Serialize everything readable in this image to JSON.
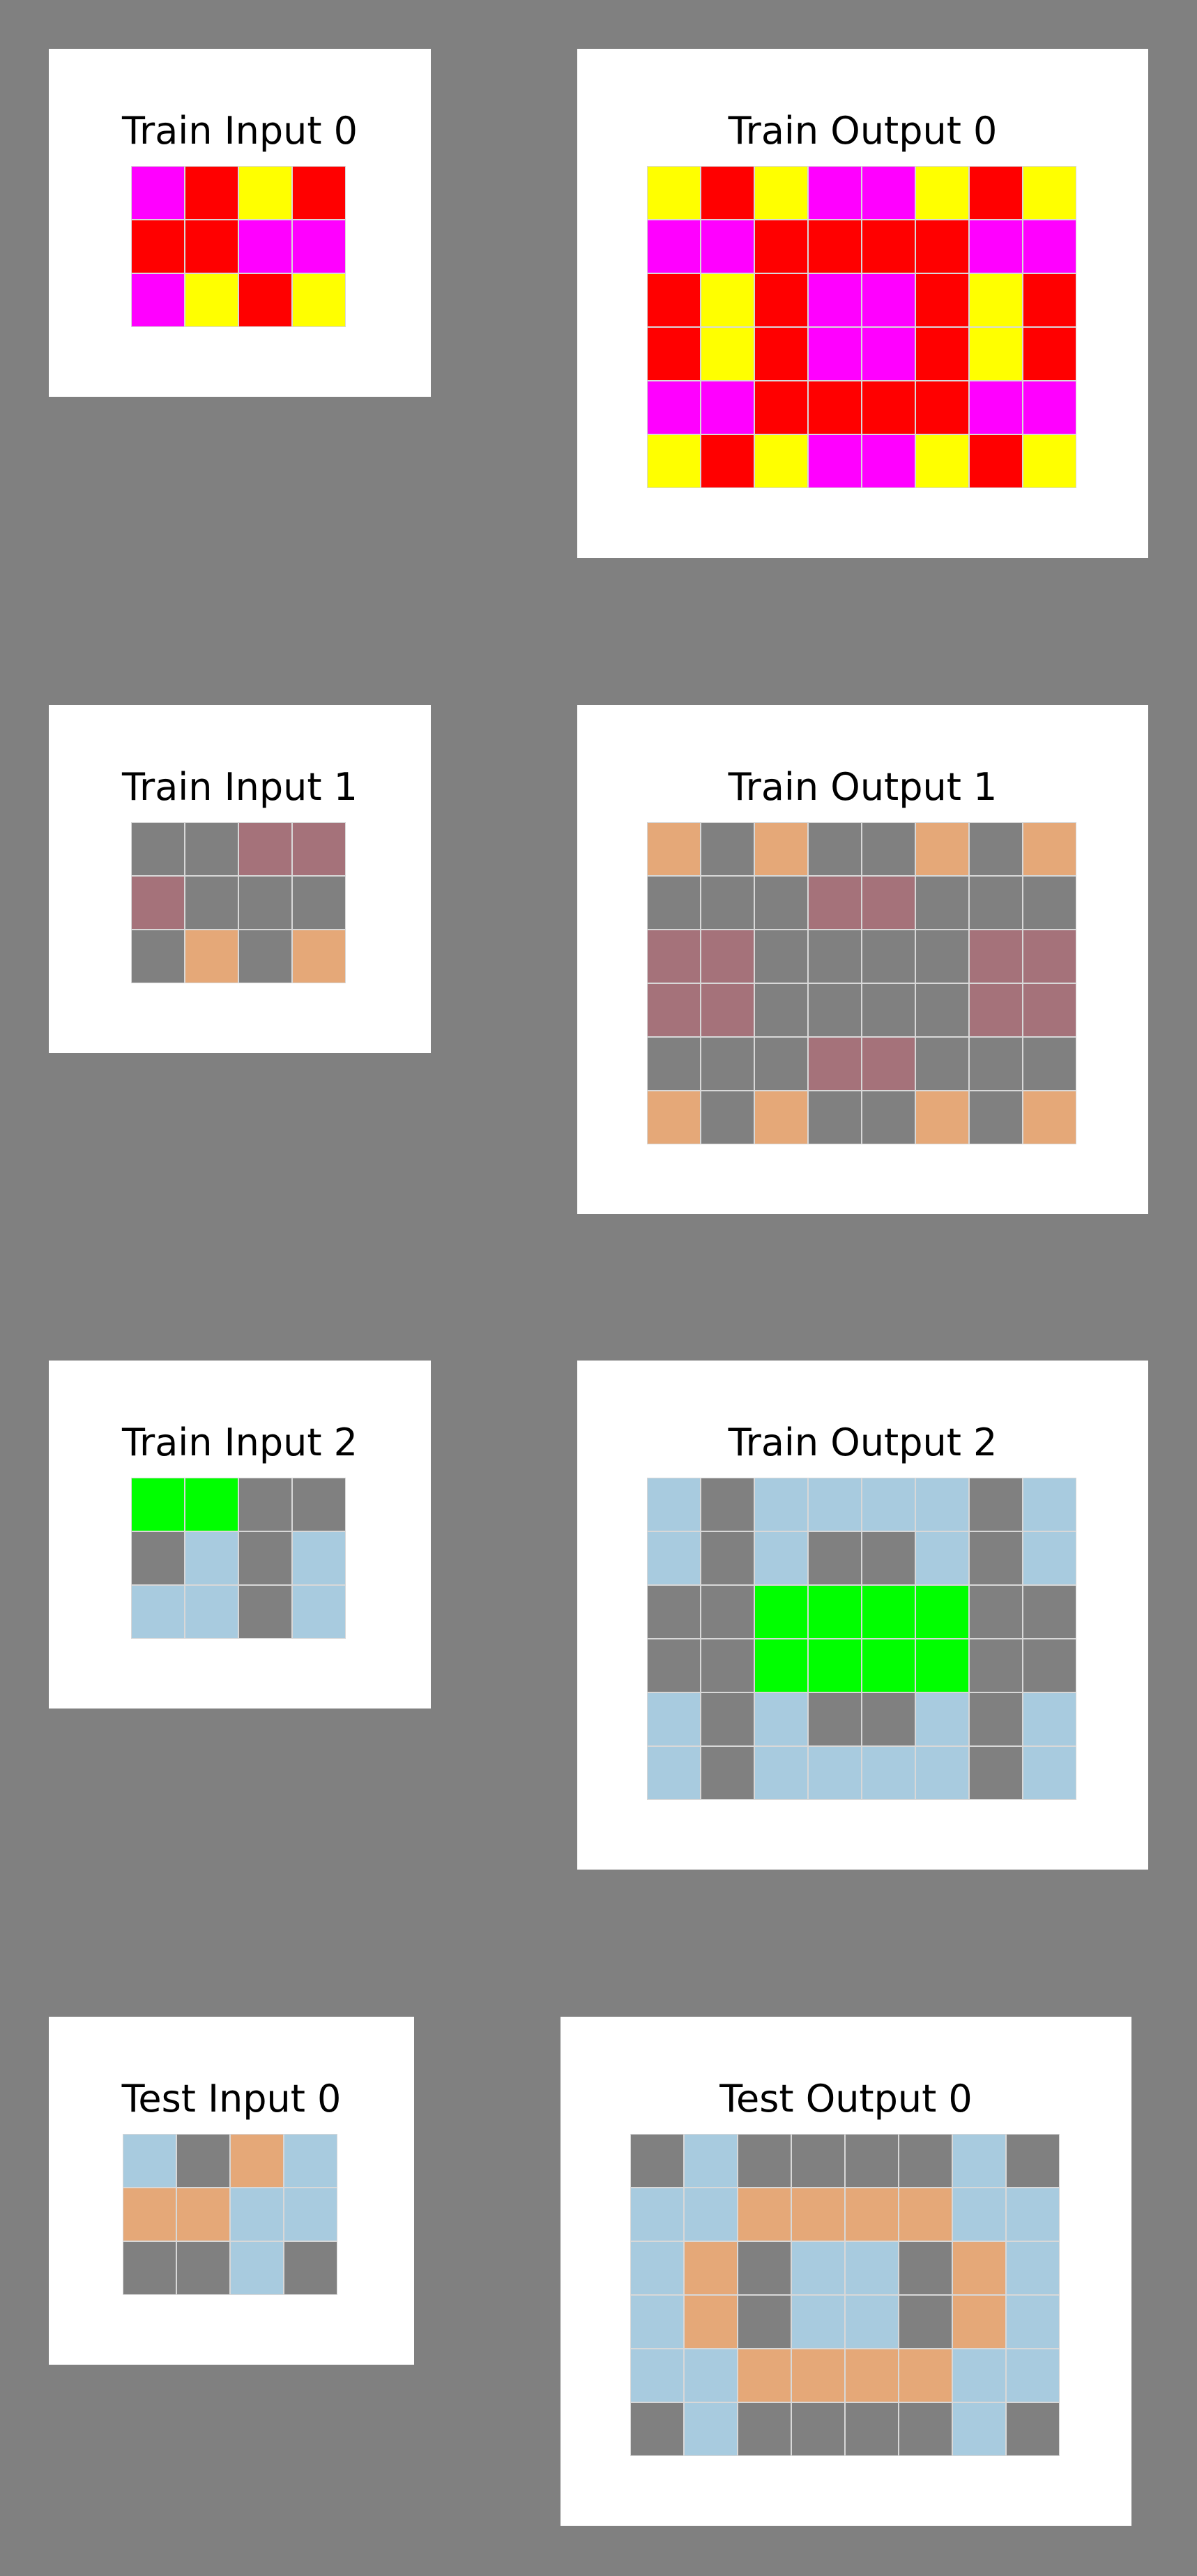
{
  "palette": {
    "Y": "#FFFF00",
    "R": "#FF0000",
    "M": "#FF00FF",
    "G": "#808080",
    "P": "#A5727A",
    "O": "#E5A878",
    "L": "#00FF00",
    "B": "#A8CBDF"
  },
  "panels": [
    {
      "title": "Train Input 0",
      "grid": [
        [
          "M",
          "R",
          "Y",
          "R"
        ],
        [
          "R",
          "R",
          "M",
          "M"
        ],
        [
          "M",
          "Y",
          "R",
          "Y"
        ]
      ]
    },
    {
      "title": "Train Output 0",
      "grid": [
        [
          "Y",
          "R",
          "Y",
          "M",
          "M",
          "Y",
          "R",
          "Y"
        ],
        [
          "M",
          "M",
          "R",
          "R",
          "R",
          "R",
          "M",
          "M"
        ],
        [
          "R",
          "Y",
          "R",
          "M",
          "M",
          "R",
          "Y",
          "R"
        ],
        [
          "R",
          "Y",
          "R",
          "M",
          "M",
          "R",
          "Y",
          "R"
        ],
        [
          "M",
          "M",
          "R",
          "R",
          "R",
          "R",
          "M",
          "M"
        ],
        [
          "Y",
          "R",
          "Y",
          "M",
          "M",
          "Y",
          "R",
          "Y"
        ]
      ]
    },
    {
      "title": "Train Input 1",
      "grid": [
        [
          "G",
          "G",
          "P",
          "P"
        ],
        [
          "P",
          "G",
          "G",
          "G"
        ],
        [
          "G",
          "O",
          "G",
          "O"
        ]
      ]
    },
    {
      "title": "Train Output 1",
      "grid": [
        [
          "O",
          "G",
          "O",
          "G",
          "G",
          "O",
          "G",
          "O"
        ],
        [
          "G",
          "G",
          "G",
          "P",
          "P",
          "G",
          "G",
          "G"
        ],
        [
          "P",
          "P",
          "G",
          "G",
          "G",
          "G",
          "P",
          "P"
        ],
        [
          "P",
          "P",
          "G",
          "G",
          "G",
          "G",
          "P",
          "P"
        ],
        [
          "G",
          "G",
          "G",
          "P",
          "P",
          "G",
          "G",
          "G"
        ],
        [
          "O",
          "G",
          "O",
          "G",
          "G",
          "O",
          "G",
          "O"
        ]
      ]
    },
    {
      "title": "Train Input 2",
      "grid": [
        [
          "L",
          "L",
          "G",
          "G"
        ],
        [
          "G",
          "B",
          "G",
          "B"
        ],
        [
          "B",
          "B",
          "G",
          "B"
        ]
      ]
    },
    {
      "title": "Train Output 2",
      "grid": [
        [
          "B",
          "G",
          "B",
          "B",
          "B",
          "B",
          "G",
          "B"
        ],
        [
          "B",
          "G",
          "B",
          "G",
          "G",
          "B",
          "G",
          "B"
        ],
        [
          "G",
          "G",
          "L",
          "L",
          "L",
          "L",
          "G",
          "G"
        ],
        [
          "G",
          "G",
          "L",
          "L",
          "L",
          "L",
          "G",
          "G"
        ],
        [
          "B",
          "G",
          "B",
          "G",
          "G",
          "B",
          "G",
          "B"
        ],
        [
          "B",
          "G",
          "B",
          "B",
          "B",
          "B",
          "G",
          "B"
        ]
      ]
    },
    {
      "title": "Test Input 0",
      "grid": [
        [
          "B",
          "G",
          "O",
          "B"
        ],
        [
          "O",
          "O",
          "B",
          "B"
        ],
        [
          "G",
          "G",
          "B",
          "G"
        ]
      ]
    },
    {
      "title": "Test Output 0",
      "grid": [
        [
          "G",
          "B",
          "G",
          "G",
          "G",
          "G",
          "B",
          "G"
        ],
        [
          "B",
          "B",
          "O",
          "O",
          "O",
          "O",
          "B",
          "B"
        ],
        [
          "B",
          "O",
          "G",
          "B",
          "B",
          "G",
          "O",
          "B"
        ],
        [
          "B",
          "O",
          "G",
          "B",
          "B",
          "G",
          "O",
          "B"
        ],
        [
          "B",
          "B",
          "O",
          "O",
          "O",
          "O",
          "B",
          "B"
        ],
        [
          "G",
          "B",
          "G",
          "G",
          "G",
          "G",
          "B",
          "G"
        ]
      ]
    }
  ]
}
